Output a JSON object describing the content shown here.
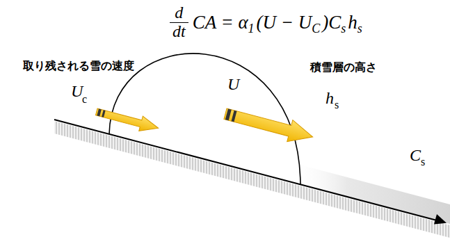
{
  "diagram": {
    "labels": [
      "d",
      "dt",
      "CA = α",
      "1",
      "(U − U",
      "C",
      ")C",
      "s",
      "h",
      "s",
      "取り残される雪の速度",
      "U",
      "c",
      "U",
      "積雪層の高さ",
      "h",
      "s",
      "C",
      "s"
    ]
  }
}
